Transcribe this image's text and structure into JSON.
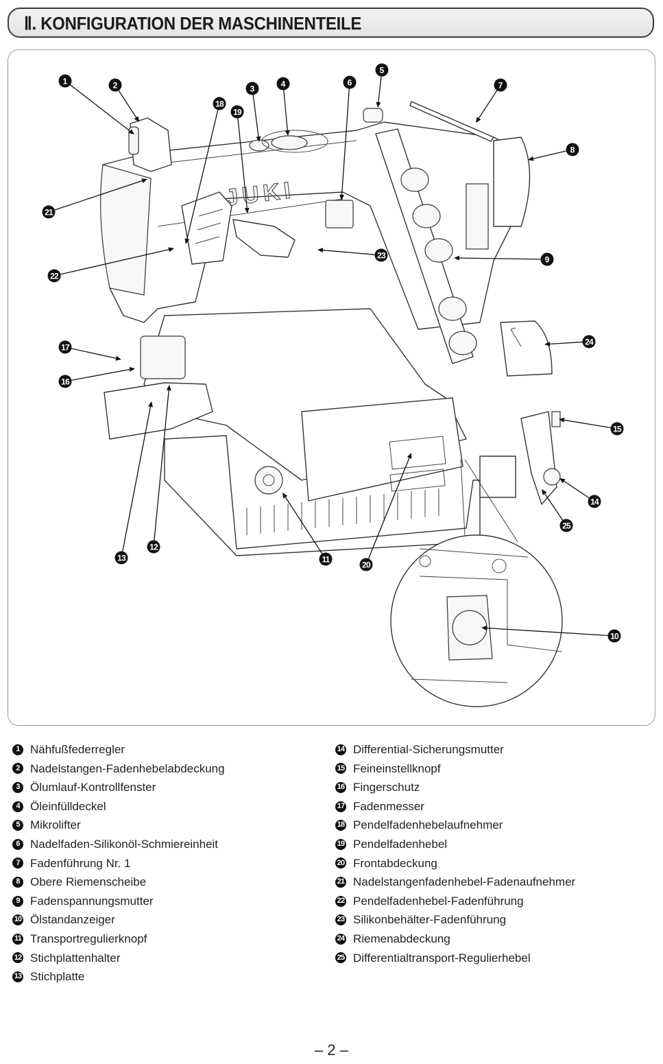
{
  "header": {
    "title": "Ⅱ. KONFIGURATION DER MASCHINENTEILE"
  },
  "figure": {
    "brand_label": "JUKI",
    "callouts": [
      {
        "n": 1,
        "label": "1",
        "at": [
          95,
          118
        ],
        "to": [
          196,
          196
        ]
      },
      {
        "n": 2,
        "label": "2",
        "at": [
          168,
          124
        ],
        "to": [
          203,
          178
        ]
      },
      {
        "n": 3,
        "label": "3",
        "at": [
          368,
          129
        ],
        "to": [
          378,
          207
        ]
      },
      {
        "n": 4,
        "label": "4",
        "at": [
          413,
          122
        ],
        "to": [
          420,
          198
        ]
      },
      {
        "n": 5,
        "label": "5",
        "at": [
          557,
          102
        ],
        "to": [
          551,
          157
        ]
      },
      {
        "n": 6,
        "label": "6",
        "at": [
          510,
          120
        ],
        "to": [
          498,
          292
        ]
      },
      {
        "n": 7,
        "label": "7",
        "at": [
          730,
          124
        ],
        "to": [
          694,
          179
        ]
      },
      {
        "n": 8,
        "label": "8",
        "at": [
          835,
          218
        ],
        "to": [
          770,
          233
        ]
      },
      {
        "n": 9,
        "label": "9",
        "at": [
          798,
          378
        ],
        "to": [
          662,
          376
        ]
      },
      {
        "n": 10,
        "label": "10",
        "at": [
          896,
          927
        ],
        "to": [
          702,
          915
        ]
      },
      {
        "n": 11,
        "label": "11",
        "at": [
          475,
          815
        ],
        "to": [
          412,
          718
        ]
      },
      {
        "n": 12,
        "label": "12",
        "at": [
          224,
          797
        ],
        "to": [
          247,
          561
        ]
      },
      {
        "n": 13,
        "label": "13",
        "at": [
          177,
          813
        ],
        "to": [
          221,
          585
        ]
      },
      {
        "n": 14,
        "label": "14",
        "at": [
          867,
          731
        ],
        "to": [
          816,
          697
        ]
      },
      {
        "n": 15,
        "label": "15",
        "at": [
          900,
          625
        ],
        "to": [
          815,
          611
        ]
      },
      {
        "n": 16,
        "label": "16",
        "at": [
          95,
          556
        ],
        "to": [
          197,
          537
        ]
      },
      {
        "n": 17,
        "label": "17",
        "at": [
          95,
          506
        ],
        "to": [
          177,
          524
        ]
      },
      {
        "n": 18,
        "label": "18",
        "at": [
          320,
          151
        ],
        "to": [
          271,
          356
        ]
      },
      {
        "n": 19,
        "label": "19",
        "at": [
          346,
          163
        ],
        "to": [
          361,
          311
        ]
      },
      {
        "n": 20,
        "label": "20",
        "at": [
          534,
          823
        ],
        "to": [
          600,
          660
        ]
      },
      {
        "n": 21,
        "label": "21",
        "at": [
          71,
          309
        ],
        "to": [
          215,
          261
        ]
      },
      {
        "n": 22,
        "label": "22",
        "at": [
          79,
          402
        ],
        "to": [
          254,
          362
        ]
      },
      {
        "n": 23,
        "label": "23",
        "at": [
          556,
          372
        ],
        "to": [
          463,
          364
        ]
      },
      {
        "n": 24,
        "label": "24",
        "at": [
          859,
          498
        ],
        "to": [
          794,
          502
        ]
      },
      {
        "n": 25,
        "label": "25",
        "at": [
          826,
          766
        ],
        "to": [
          790,
          713
        ]
      }
    ]
  },
  "legend": {
    "left": [
      {
        "num": "1",
        "text": "Nähfußfederregler"
      },
      {
        "num": "2",
        "text": "Nadelstangen-Fadenhebelabdeckung"
      },
      {
        "num": "3",
        "text": "Ölumlauf-Kontrollfenster"
      },
      {
        "num": "4",
        "text": "Öleinfülldeckel"
      },
      {
        "num": "5",
        "text": "Mikrolifter"
      },
      {
        "num": "6",
        "text": "Nadelfaden-Silikonöl-Schmiereinheit"
      },
      {
        "num": "7",
        "text": "Fadenführung Nr. 1"
      },
      {
        "num": "8",
        "text": "Obere Riemenscheibe"
      },
      {
        "num": "9",
        "text": "Fadenspannungsmutter"
      },
      {
        "num": "10",
        "text": "Ölstandanzeiger"
      },
      {
        "num": "11",
        "text": "Transportregulierknopf"
      },
      {
        "num": "12",
        "text": "Stichplattenhalter"
      },
      {
        "num": "13",
        "text": "Stichplatte"
      }
    ],
    "right": [
      {
        "num": "14",
        "text": "Differential-Sicherungsmutter"
      },
      {
        "num": "15",
        "text": "Feineinstellknopf"
      },
      {
        "num": "16",
        "text": "Fingerschutz"
      },
      {
        "num": "17",
        "text": "Fadenmesser"
      },
      {
        "num": "18",
        "text": "Pendelfadenhebelaufnehmer"
      },
      {
        "num": "19",
        "text": "Pendelfadenhebel"
      },
      {
        "num": "20",
        "text": "Frontabdeckung"
      },
      {
        "num": "21",
        "text": "Nadelstangenfadenhebel-Fadenaufnehmer"
      },
      {
        "num": "22",
        "text": "Pendelfadenhebel-Fadenführung"
      },
      {
        "num": "23",
        "text": "Silikonbehälter-Fadenführung"
      },
      {
        "num": "24",
        "text": "Riemenabdeckung"
      },
      {
        "num": "25",
        "text": "Differentialtransport-Regulierhebel"
      }
    ]
  },
  "footer": {
    "page_number": "– 2 –"
  }
}
